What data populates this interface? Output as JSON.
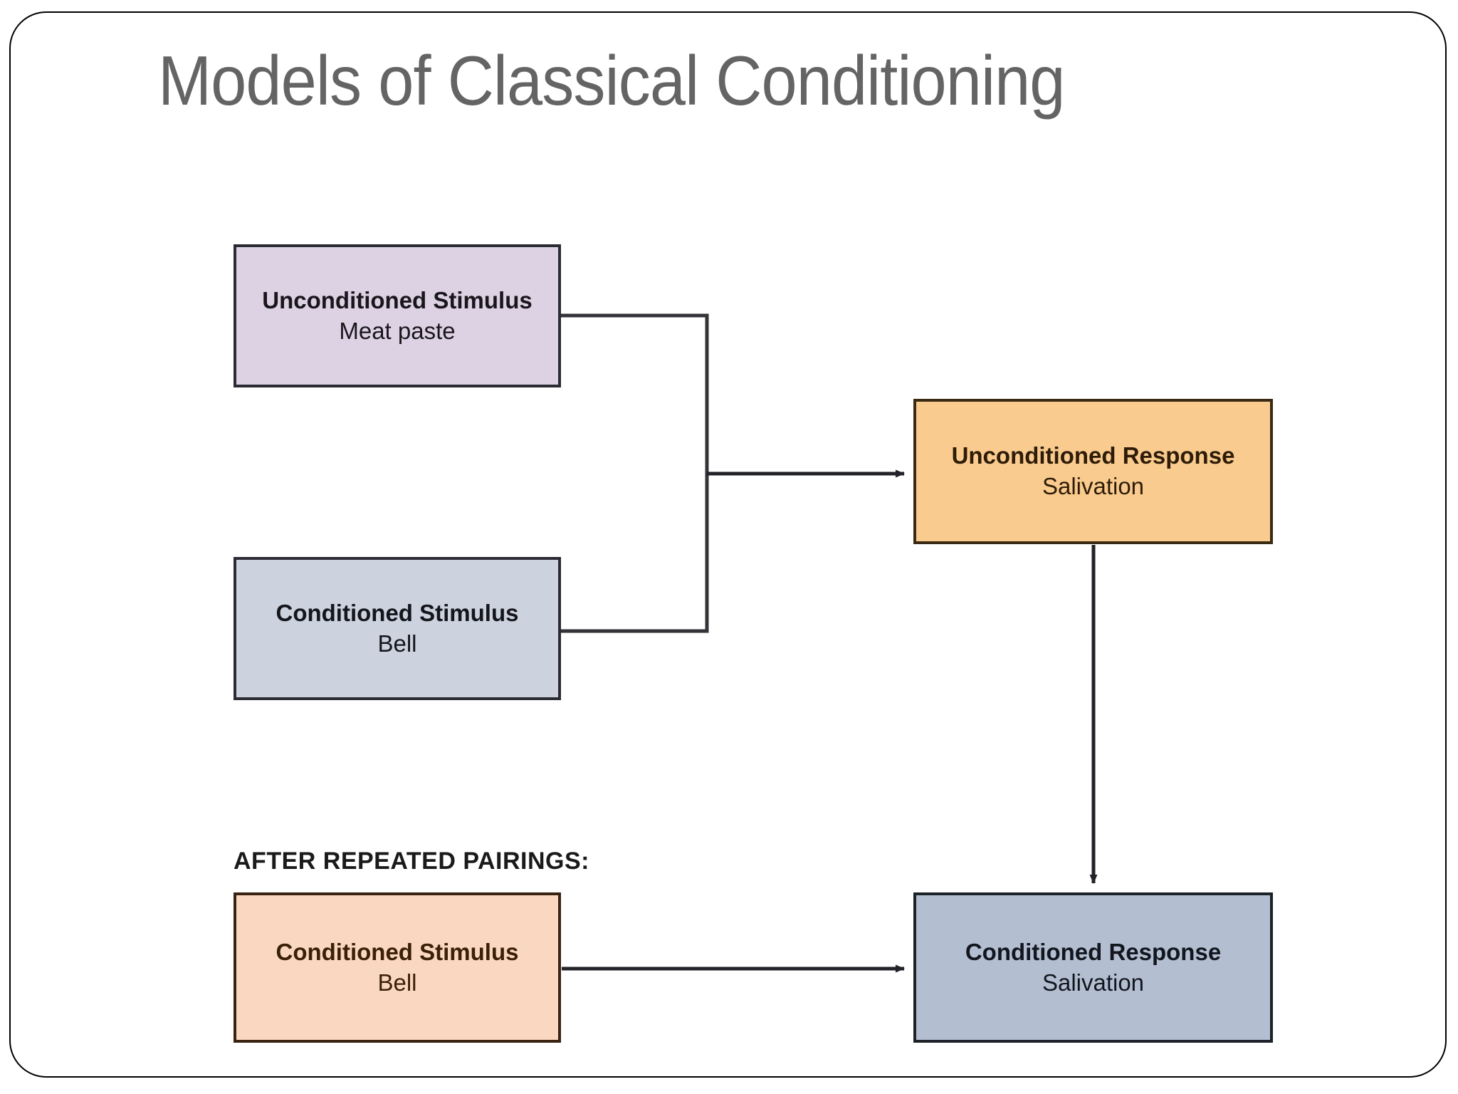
{
  "slide": {
    "title": "Models of Classical Conditioning",
    "title_color": "#646464",
    "background_color": "#ffffff",
    "frame_border_color": "#000000"
  },
  "diagram": {
    "type": "flowchart",
    "section_label": "AFTER REPEATED PAIRINGS:",
    "nodes": [
      {
        "id": "unconditioned-stimulus",
        "title": "Unconditioned Stimulus",
        "subtitle": "Meat paste",
        "fill": "#ddd2e4",
        "border": "#2b2b33",
        "text_color": "#19161c"
      },
      {
        "id": "conditioned-stimulus-top",
        "title": "Conditioned Stimulus",
        "subtitle": "Bell",
        "fill": "#ccd2de",
        "border": "#2b2b33",
        "text_color": "#14161c"
      },
      {
        "id": "unconditioned-response",
        "title": "Unconditioned Response",
        "subtitle": "Salivation",
        "fill": "#f9cb8e",
        "border": "#3a2a14",
        "text_color": "#2e1c08"
      },
      {
        "id": "conditioned-stimulus-bottom",
        "title": "Conditioned Stimulus",
        "subtitle": "Bell",
        "fill": "#fad7c1",
        "border": "#3a2213",
        "text_color": "#3a2008"
      },
      {
        "id": "conditioned-response",
        "title": "Conditioned Response",
        "subtitle": "Salivation",
        "fill": "#b3bfd0",
        "border": "#1d2128",
        "text_color": "#12161f"
      }
    ],
    "connectors": [
      {
        "id": "us-cs-bracket-to-ur",
        "from": [
          "unconditioned-stimulus",
          "conditioned-stimulus-top"
        ],
        "to": "unconditioned-response",
        "style": "bracket-arrow",
        "color": "#333338"
      },
      {
        "id": "ur-to-cr",
        "from": "unconditioned-response",
        "to": "conditioned-response",
        "style": "vertical-arrow",
        "color": "#222228"
      },
      {
        "id": "cs-bottom-to-cr",
        "from": "conditioned-stimulus-bottom",
        "to": "conditioned-response",
        "style": "horizontal-arrow",
        "color": "#222228"
      }
    ]
  }
}
